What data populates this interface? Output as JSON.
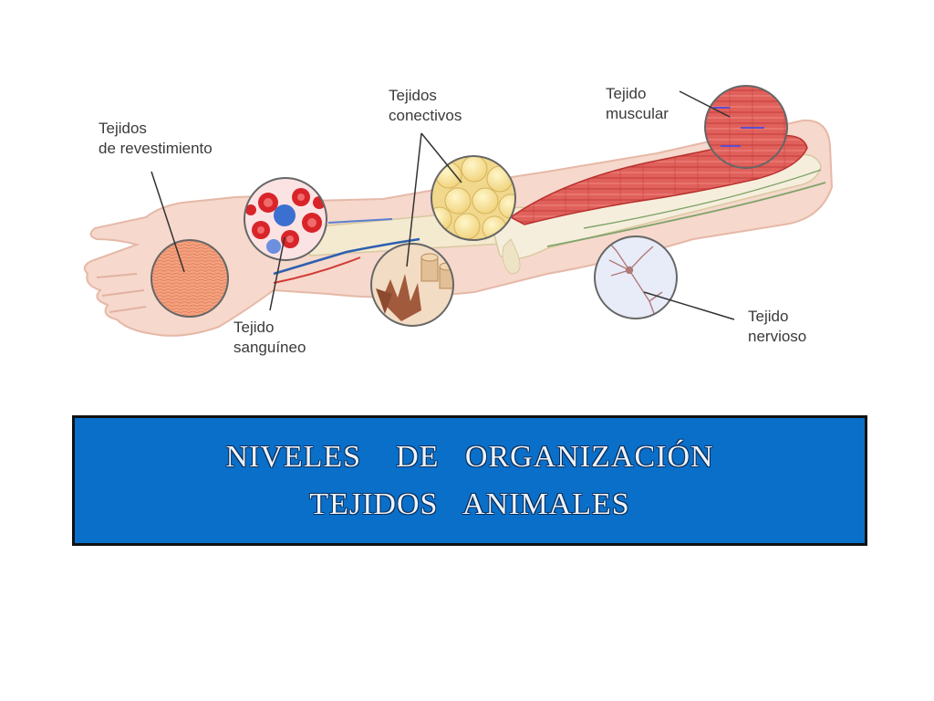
{
  "diagram": {
    "labels": {
      "revestimiento": [
        "Tejidos",
        "de revestimiento"
      ],
      "conectivos": [
        "Tejidos",
        "conectivos"
      ],
      "muscular": [
        "Tejido",
        "muscular"
      ],
      "sanguineo": [
        "Tejido",
        "sanguíneo"
      ],
      "nervioso": [
        "Tejido",
        "nervioso"
      ]
    }
  },
  "title_box": {
    "line1": "NIVELES    DE   ORGANIZACIÓN",
    "line2": "TEJIDOS   ANIMALES"
  },
  "colors": {
    "title_box_bg": "#0a6fc9",
    "muscle": "#d9473f",
    "skin": "#f6d2c4"
  }
}
